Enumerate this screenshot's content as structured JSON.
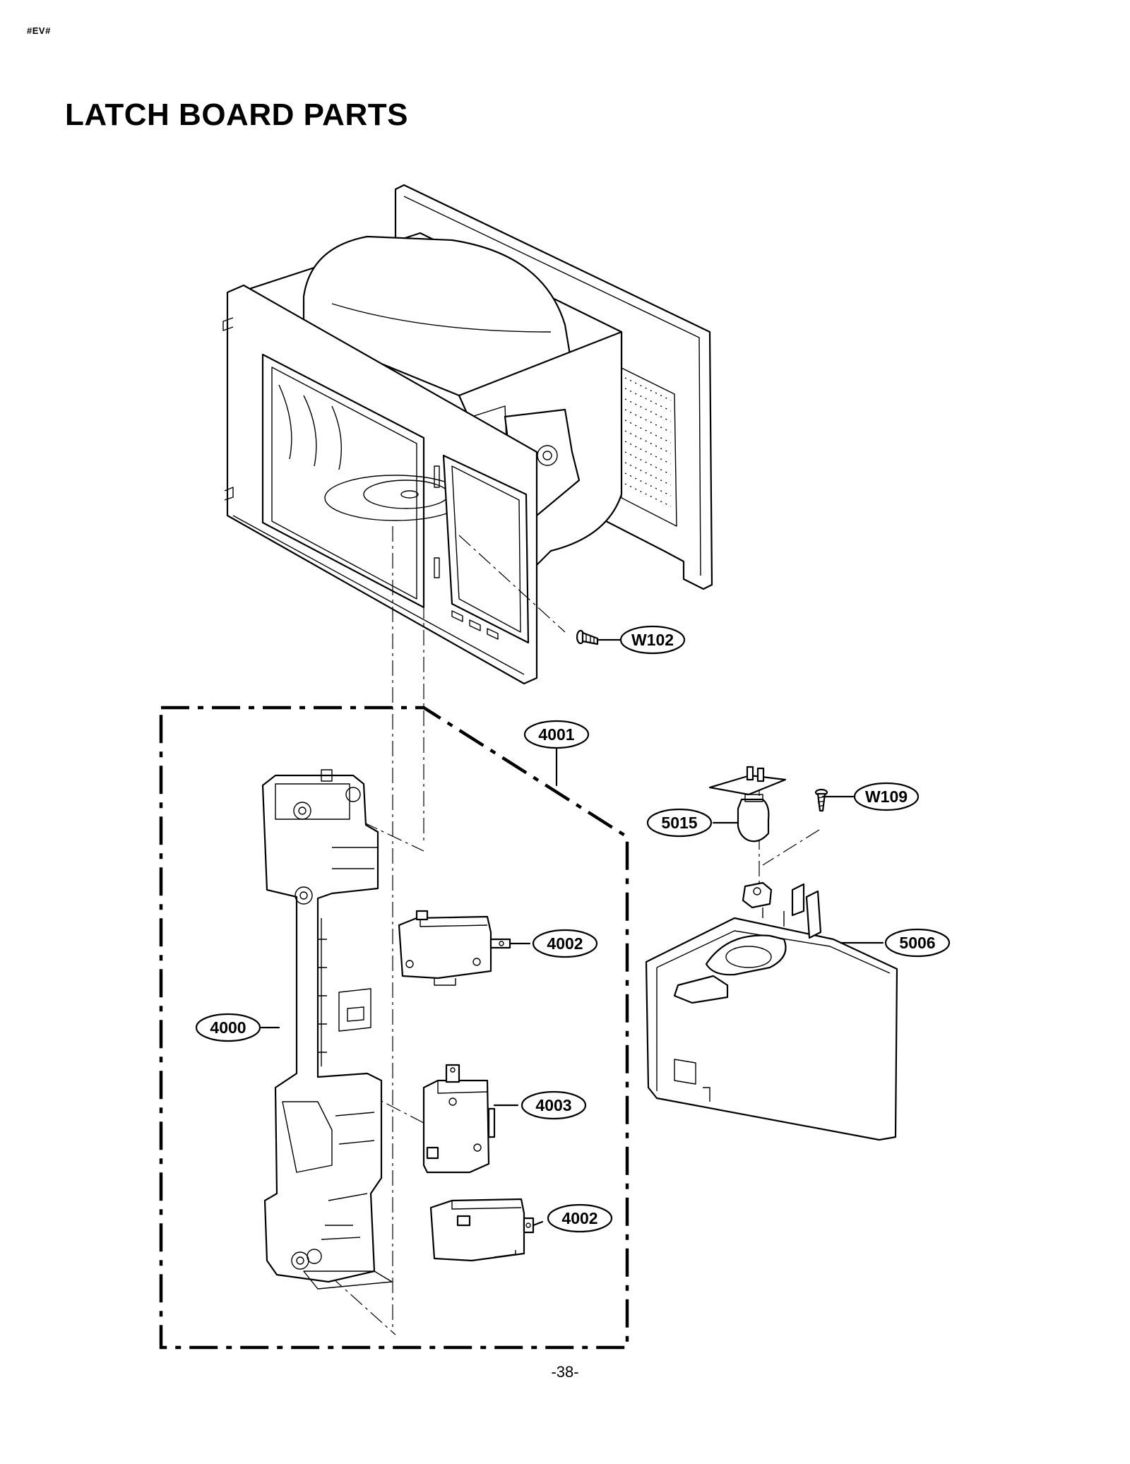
{
  "header": {
    "doc_tag": "#EV#",
    "title": "LATCH BOARD PARTS"
  },
  "callouts": [
    {
      "id": "W102",
      "label": "W102"
    },
    {
      "id": "4001",
      "label": "4001"
    },
    {
      "id": "W109",
      "label": "W109"
    },
    {
      "id": "5015",
      "label": "5015"
    },
    {
      "id": "4002_top",
      "label": "4002"
    },
    {
      "id": "5006",
      "label": "5006"
    },
    {
      "id": "4000",
      "label": "4000"
    },
    {
      "id": "4003",
      "label": "4003"
    },
    {
      "id": "4002_bottom",
      "label": "4002"
    }
  ],
  "footer": {
    "page_number": "-38-"
  }
}
